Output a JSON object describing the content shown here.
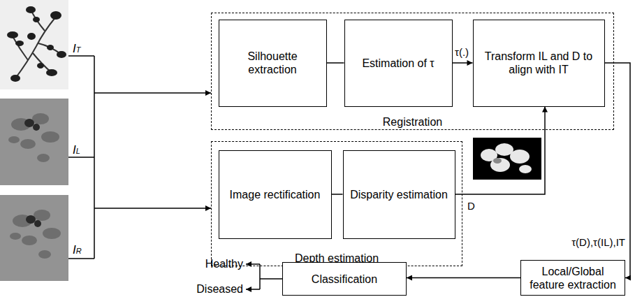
{
  "diagram": {
    "nodes": [
      {
        "text": [
          "Registration"
        ]
      },
      {
        "text": [
          "Silhouette extraction"
        ],
        "in": 0
      },
      {
        "text": [
          "Estimation of τ"
        ],
        "in": 0
      },
      {
        "text": [
          "Transform IL and D to align with IT"
        ],
        "in": 0
      },
      {
        "text": [
          "Depth estimation"
        ]
      },
      {
        "text": [
          "Image rectification"
        ],
        "in": 4
      },
      {
        "text": [
          "Disparity estimation"
        ],
        "in": 4
      },
      {
        "text": [
          "Local/Global feature extraction"
        ]
      },
      {
        "text": [
          "Classification"
        ]
      }
    ],
    "edges": [
      {
        "from": 1,
        "to": 2,
        "arrow": "none"
      },
      {
        "from": 2,
        "to": 3,
        "label": "τ(.)",
        "arrow": "to"
      },
      {
        "from": 6,
        "to": 3,
        "label": "D",
        "arrow": "to"
      },
      {
        "from": 3,
        "to": 7,
        "label": "τ(D),τ(IL),IT",
        "arrow": "to"
      },
      {
        "from": 5,
        "to": 6,
        "arrow": "none"
      },
      {
        "from": 7,
        "to": 8,
        "arrow": "to"
      }
    ],
    "labels": [
      "IT",
      "IL",
      "IR",
      "Healthy",
      "Diseased"
    ]
  }
}
